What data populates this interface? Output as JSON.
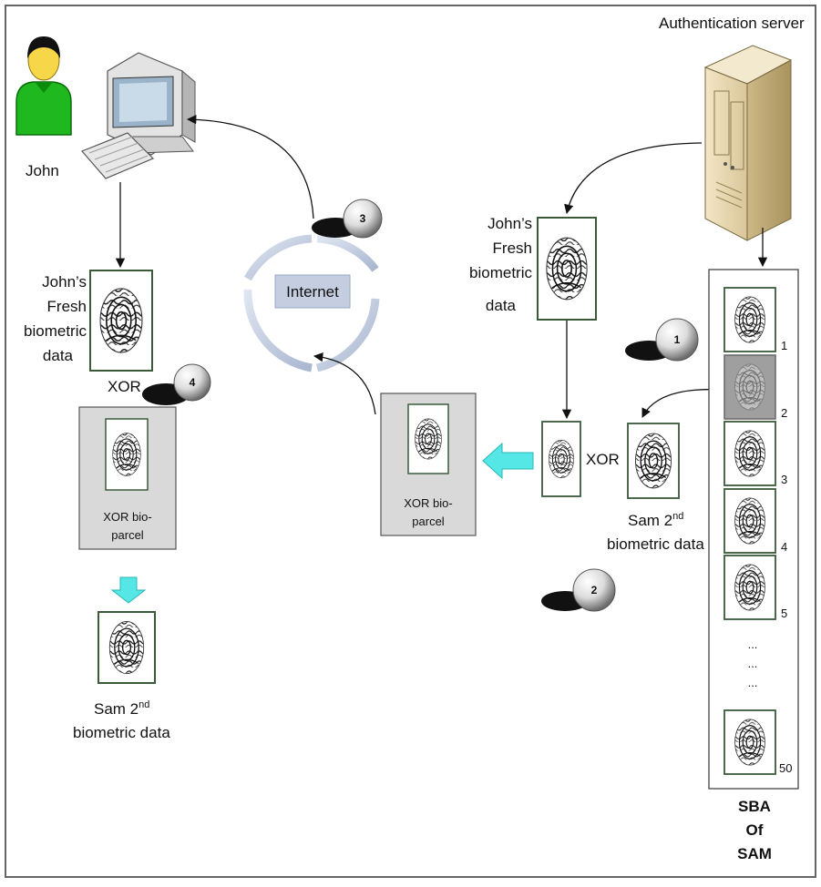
{
  "labels": {
    "john": "John",
    "server": "Authentication server",
    "internet": "Internet",
    "left_fresh": [
      "John’s",
      "Fresh",
      "biometric",
      "data"
    ],
    "right_fresh": [
      "John’s",
      "Fresh",
      "biometric",
      "data"
    ],
    "xor_left": "XOR",
    "xor_right": "XOR",
    "parcel_left": [
      "XOR bio-",
      "parcel"
    ],
    "parcel_mid": [
      "XOR bio-",
      "parcel"
    ],
    "sam_left": [
      "Sam 2",
      "nd",
      "biometric data"
    ],
    "sam_right": [
      "Sam 2",
      "nd",
      "biometric data"
    ],
    "sba": [
      "SBA",
      "Of",
      "SAM"
    ]
  },
  "steps": [
    "1",
    "2",
    "3",
    "4"
  ],
  "sba_items": [
    "1",
    "2",
    "3",
    "4",
    "5",
    "50"
  ],
  "ellipsis": [
    "...",
    "...",
    "..."
  ],
  "colors": {
    "person": "#1fb81f",
    "arrow_fill": "#55e6e6",
    "parcel_fill": "#d9d9d9",
    "internet_ring": "#c8d3e6",
    "internet_label_bg": "#c5cde0",
    "server": "#e9d9b5"
  },
  "icons": [
    "person-icon",
    "computer-icon",
    "server-icon",
    "fingerprint-icon",
    "step-ball-icon"
  ]
}
